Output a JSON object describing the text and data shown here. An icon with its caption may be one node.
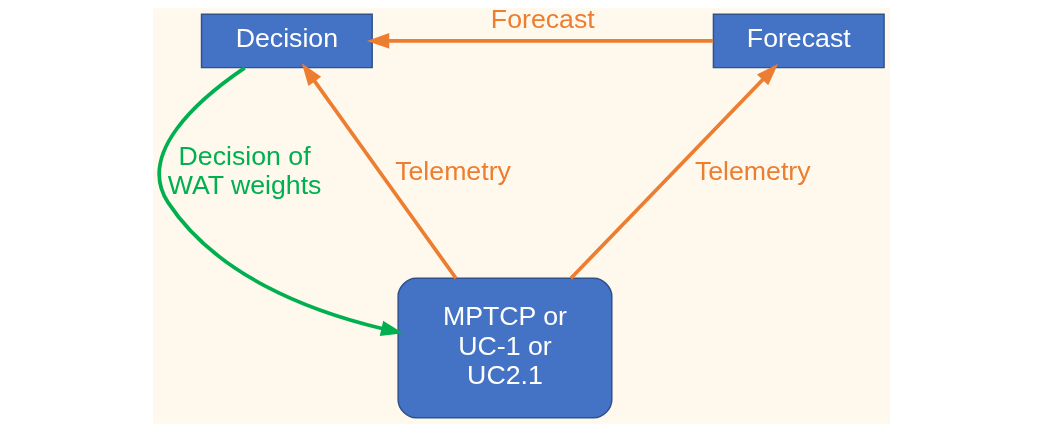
{
  "diagram": {
    "nodes": [
      {
        "text": [
          "Decision"
        ]
      },
      {
        "text": [
          "Forecast"
        ]
      },
      {
        "text": [
          "MPTCP or UC-1 or UC2.1"
        ]
      }
    ],
    "edges": [
      {
        "from": 1,
        "to": 0,
        "arrow": "to",
        "label": "Forecast"
      },
      {
        "from": 2,
        "to": 0,
        "arrow": "to",
        "label": "Telemetry"
      },
      {
        "from": 2,
        "to": 1,
        "arrow": "to",
        "label": "Telemetry"
      },
      {
        "from": 0,
        "to": 2,
        "arrow": "to",
        "label": "Decision of WAT weights",
        "color": "#00b050"
      }
    ]
  }
}
